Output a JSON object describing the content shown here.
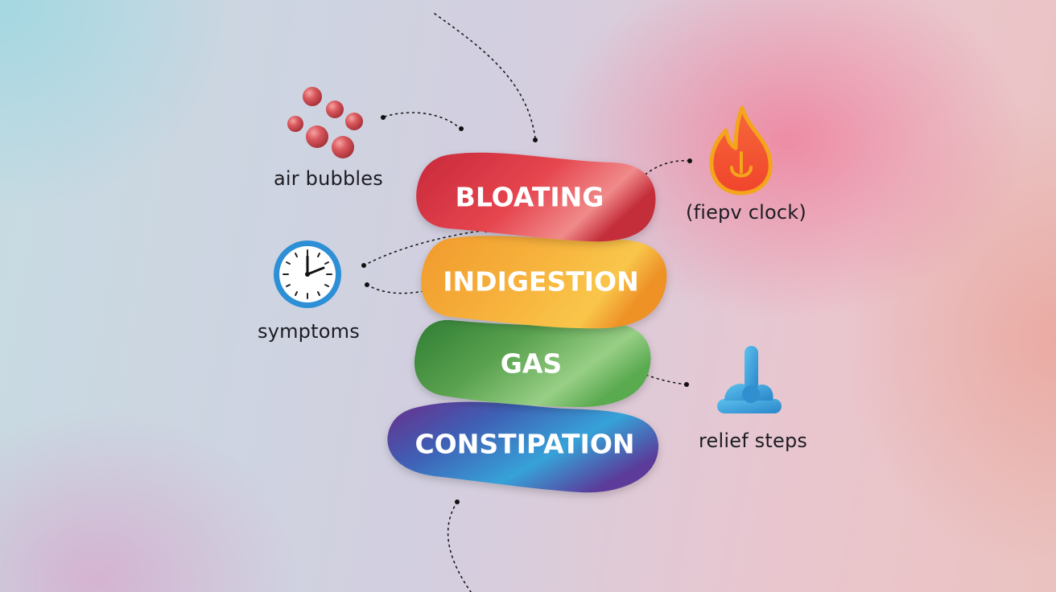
{
  "stack": {
    "bloating": "BLOATING",
    "indigestion": "INDIGESTION",
    "gas": "GAS",
    "constipation": "CONSTIPATION"
  },
  "labels": {
    "air_bubbles": "air bubbles",
    "symptoms": "symptoms",
    "fire_clock": "(fiepv clock)",
    "relief_steps": "relief steps"
  },
  "icons": {
    "bubbles": "air-bubbles-icon",
    "clock": "clock-icon",
    "flame": "flame-icon",
    "relief": "relief-steps-icon"
  },
  "colors": {
    "bloating": "#d93a45",
    "indigestion": "#f3a63a",
    "gas": "#4f9e4c",
    "constipation": "#4a7fc8",
    "flame": "#f4502f",
    "relief": "#3a9fd8",
    "clock": "#2d8fd5"
  }
}
